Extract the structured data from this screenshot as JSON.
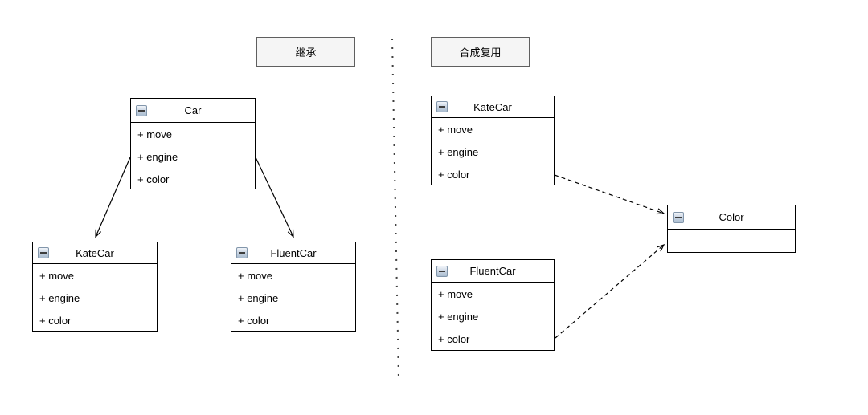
{
  "labels": {
    "inheritance": "继承",
    "composition": "合成复用"
  },
  "diagram": {
    "classes": [
      {
        "id": "car",
        "title": "Car",
        "members": [
          "+ move",
          "+ engine",
          "+ color"
        ]
      },
      {
        "id": "katecar-left",
        "title": "KateCar",
        "members": [
          "+ move",
          "+ engine",
          "+ color"
        ]
      },
      {
        "id": "fluentcar-left",
        "title": "FluentCar",
        "members": [
          "+ move",
          "+ engine",
          "+ color"
        ]
      },
      {
        "id": "katecar-right",
        "title": "KateCar",
        "members": [
          "+ move",
          "+ engine",
          "+ color"
        ]
      },
      {
        "id": "fluentcar-right",
        "title": "FluentCar",
        "members": [
          "+ move",
          "+ engine",
          "+ color"
        ]
      },
      {
        "id": "color",
        "title": "Color",
        "members": []
      }
    ],
    "relations": [
      {
        "from": "Car",
        "to": "KateCar",
        "line": "solid",
        "arrowhead": "open",
        "section": "inheritance"
      },
      {
        "from": "Car",
        "to": "FluentCar",
        "line": "solid",
        "arrowhead": "open",
        "section": "inheritance"
      },
      {
        "from": "KateCar",
        "to": "Color",
        "line": "dashed",
        "arrowhead": "open",
        "section": "composition"
      },
      {
        "from": "FluentCar",
        "to": "Color",
        "line": "dashed",
        "arrowhead": "open",
        "section": "composition"
      }
    ],
    "divider": {
      "style": "dotted-vertical"
    }
  },
  "icons": {
    "collapse": "minus-in-square"
  },
  "colors": {
    "canvas_background": "#ffffff",
    "class_border": "#000000",
    "class_fill": "#ffffff",
    "label_fill": "#f5f5f5",
    "label_border": "#5f5f5f",
    "connector": "#000000",
    "collapse_icon_fill": "#ccd7e4",
    "collapse_icon_border": "#8296ab"
  }
}
